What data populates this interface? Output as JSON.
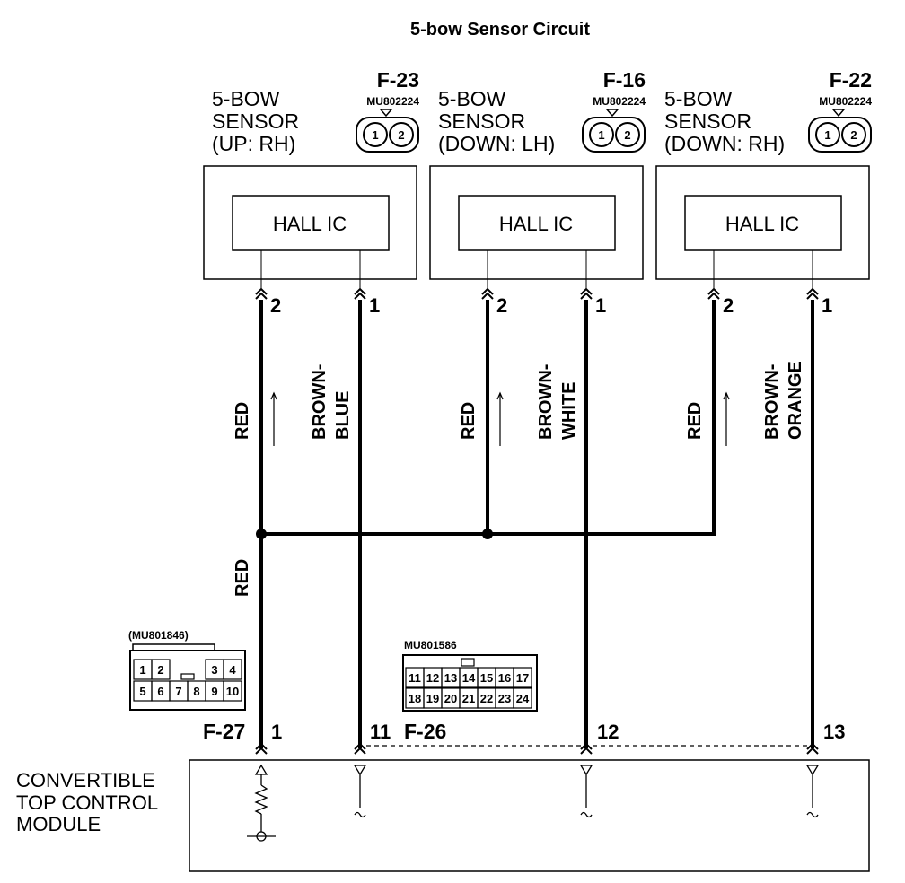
{
  "title": "5-bow Sensor Circuit",
  "sensors": [
    {
      "line1": "5-BOW",
      "line2": "SENSOR",
      "line3": "(UP: RH)",
      "connector": "F-23",
      "part": "MU802224",
      "chip": "HALL IC",
      "pin_a": "2",
      "pin_b": "1",
      "wire_a": "RED",
      "wire_b": [
        "BROWN-",
        "BLUE"
      ],
      "pin_labels": [
        "1",
        "2"
      ]
    },
    {
      "line1": "5-BOW",
      "line2": "SENSOR",
      "line3": "(DOWN: LH)",
      "connector": "F-16",
      "part": "MU802224",
      "chip": "HALL IC",
      "pin_a": "2",
      "pin_b": "1",
      "wire_a": "RED",
      "wire_b": [
        "BROWN-",
        "WHITE"
      ],
      "pin_labels": [
        "1",
        "2"
      ]
    },
    {
      "line1": "5-BOW",
      "line2": "SENSOR",
      "line3": "(DOWN: RH)",
      "connector": "F-22",
      "part": "MU802224",
      "chip": "HALL IC",
      "pin_a": "2",
      "pin_b": "1",
      "wire_a": "RED",
      "wire_b": [
        "BROWN-",
        "ORANGE"
      ],
      "pin_labels": [
        "1",
        "2"
      ]
    }
  ],
  "shared_wire": "RED",
  "conn_f27": {
    "part": "(MU801846)",
    "top_pins": [
      "1",
      "2",
      "3",
      "4"
    ],
    "bottom_pins": [
      "5",
      "6",
      "7",
      "8",
      "9",
      "10"
    ]
  },
  "conn_f26": {
    "part": "MU801586",
    "top_pins": [
      "11",
      "12",
      "13",
      "14",
      "15",
      "16",
      "17"
    ],
    "bottom_pins": [
      "18",
      "19",
      "20",
      "21",
      "22",
      "23",
      "24"
    ]
  },
  "module_pins": {
    "f27_label": "F-27",
    "f27_pin": "1",
    "pin_11": "11",
    "f26_label": "F-26",
    "pin_12": "12",
    "pin_13": "13"
  },
  "module": {
    "line1": "CONVERTIBLE",
    "line2": "TOP CONTROL",
    "line3": "MODULE"
  }
}
